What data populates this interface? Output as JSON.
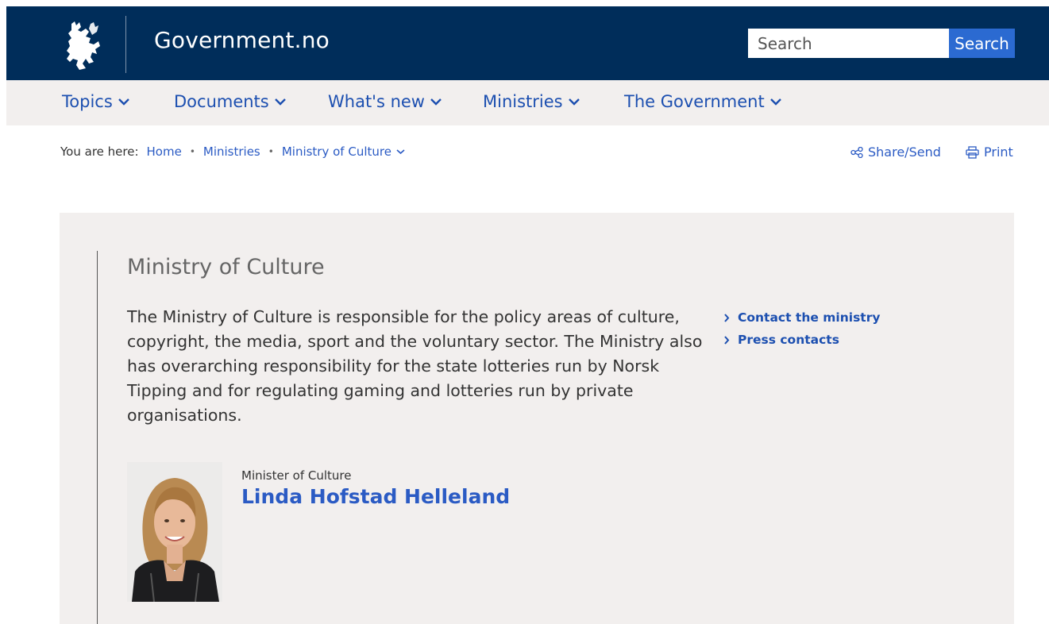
{
  "header": {
    "site_title": "Government.no",
    "search_placeholder": "Search",
    "search_button": "Search"
  },
  "nav": {
    "items": [
      {
        "label": "Topics"
      },
      {
        "label": "Documents"
      },
      {
        "label": "What's new"
      },
      {
        "label": "Ministries"
      },
      {
        "label": "The Government"
      }
    ]
  },
  "breadcrumb": {
    "lead": "You are here:",
    "items": [
      "Home",
      "Ministries",
      "Ministry of Culture"
    ]
  },
  "tools": {
    "share": "Share/Send",
    "print": "Print"
  },
  "ministry": {
    "title": "Ministry of Culture",
    "description": "The Ministry of Culture is responsible for the policy areas of culture, copyright, the media, sport and the voluntary sector. The Ministry also has overarching responsibility for the state lotteries run by Norsk Tipping and for regulating gaming and lotteries run by private organisations.",
    "links": [
      "Contact the ministry",
      "Press contacts"
    ],
    "minister_role": "Minister of Culture",
    "minister_name": "Linda Hofstad Helleland"
  },
  "colors": {
    "header_bg": "#002d5a",
    "nav_bg": "#f2efee",
    "link": "#2b5bc4",
    "search_button": "#2b6ad1"
  },
  "icons": [
    "norwegian-lion-icon",
    "chevron-down-icon",
    "share-icon",
    "printer-icon",
    "chevron-right-icon"
  ]
}
